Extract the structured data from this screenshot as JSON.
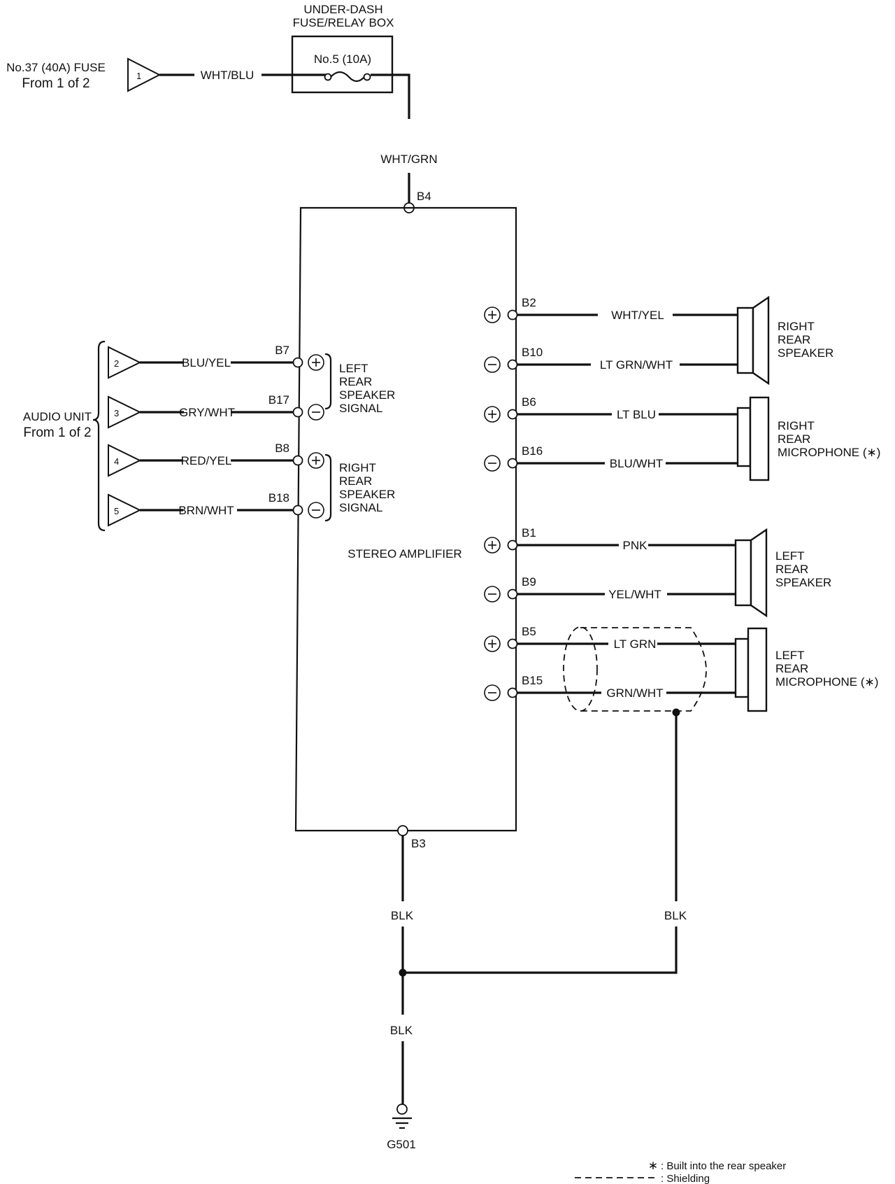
{
  "fuse_box": {
    "title_line1": "UNDER-DASH",
    "title_line2": "FUSE/RELAY BOX",
    "fuse_label": "No.5 (10A)"
  },
  "main_fuse": {
    "line1": "No.37 (40A) FUSE",
    "line2": "From 1 of 2",
    "connector_number": "1",
    "wire": "WHT/BLU"
  },
  "feed_wire": "WHT/GRN",
  "amplifier": {
    "title": "STEREO AMPLIFIER",
    "power_pin": "B4",
    "ground_pin": "B3"
  },
  "audio_unit": {
    "line1": "AUDIO UNIT",
    "line2": "From 1 of 2",
    "inputs": [
      {
        "connector": "2",
        "wire": "BLU/YEL",
        "pin": "B7",
        "polarity": "+"
      },
      {
        "connector": "3",
        "wire": "GRY/WHT",
        "pin": "B17",
        "polarity": "−"
      },
      {
        "connector": "4",
        "wire": "RED/YEL",
        "pin": "B8",
        "polarity": "+"
      },
      {
        "connector": "5",
        "wire": "BRN/WHT",
        "pin": "B18",
        "polarity": "−"
      }
    ],
    "signal_groups": [
      {
        "lines": [
          "LEFT",
          "REAR",
          "SPEAKER",
          "SIGNAL"
        ]
      },
      {
        "lines": [
          "RIGHT",
          "REAR",
          "SPEAKER",
          "SIGNAL"
        ]
      }
    ]
  },
  "outputs": [
    {
      "pin": "B2",
      "polarity": "+",
      "wire": "WHT/YEL"
    },
    {
      "pin": "B10",
      "polarity": "−",
      "wire": "LT GRN/WHT"
    },
    {
      "pin": "B6",
      "polarity": "+",
      "wire": "LT BLU"
    },
    {
      "pin": "B16",
      "polarity": "−",
      "wire": "BLU/WHT"
    },
    {
      "pin": "B1",
      "polarity": "+",
      "wire": "PNK"
    },
    {
      "pin": "B9",
      "polarity": "−",
      "wire": "YEL/WHT"
    },
    {
      "pin": "B5",
      "polarity": "+",
      "wire": "LT GRN"
    },
    {
      "pin": "B15",
      "polarity": "−",
      "wire": "GRN/WHT"
    }
  ],
  "devices": [
    {
      "name": "right-rear-speaker",
      "lines": [
        "RIGHT",
        "REAR",
        "SPEAKER"
      ]
    },
    {
      "name": "right-rear-microphone",
      "lines": [
        "RIGHT",
        "REAR",
        "MICROPHONE (∗)"
      ]
    },
    {
      "name": "left-rear-speaker",
      "lines": [
        "LEFT",
        "REAR",
        "SPEAKER"
      ]
    },
    {
      "name": "left-rear-microphone",
      "lines": [
        "LEFT",
        "REAR",
        "MICROPHONE (∗)"
      ]
    }
  ],
  "ground": {
    "wire_amp": "BLK",
    "wire_shield": "BLK",
    "wire_main": "BLK",
    "point": "G501"
  },
  "legend": {
    "asterisk_symbol": "∗",
    "asterisk_text": ": Built into the rear speaker",
    "shield_text": ": Shielding"
  }
}
